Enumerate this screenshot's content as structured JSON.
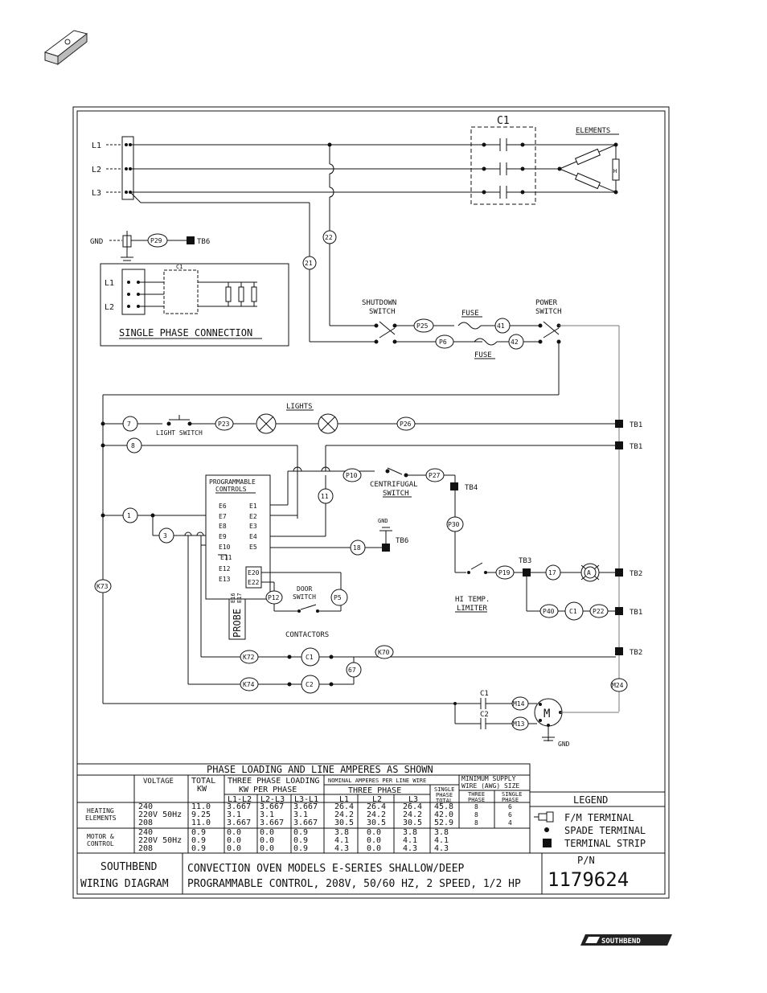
{
  "diagram": {
    "lines": [
      "L1",
      "L2",
      "L3"
    ],
    "contactor_main": "C1",
    "elements_label": "ELEMENTS",
    "heater": "H",
    "gnd": "GND",
    "wires": {
      "p29": "P29",
      "w22": "22",
      "w21": "21",
      "p25": "P25",
      "p6": "P6",
      "w41": "41",
      "w42": "42",
      "w7": "7",
      "p23": "P23",
      "p26": "P26",
      "w8": "8",
      "w1": "1",
      "w3": "3",
      "w11": "11",
      "p10": "P10",
      "p27": "P27",
      "p30": "P30",
      "p19": "P19",
      "w17": "17",
      "lamp_a": "A",
      "p40": "P40",
      "c1": "C1",
      "p22": "P22",
      "w18": "18",
      "p12": "P12",
      "p5": "P5",
      "k73": "K73",
      "k72": "K72",
      "k70": "K70",
      "k74": "K74",
      "c2": "C2",
      "w67": "67",
      "m24": "M24",
      "m14": "M14",
      "m13": "M13",
      "motor": "M"
    },
    "terminals": {
      "tb1": "TB1",
      "tb2": "TB2",
      "tb3": "TB3",
      "tb4": "TB4",
      "tb6": "TB6"
    },
    "labels": {
      "shutdown": [
        "SHUTDOWN",
        "SWITCH"
      ],
      "fuse": "FUSE",
      "power": [
        "POWER",
        "SWITCH"
      ],
      "lights": "LIGHTS",
      "light_switch": "LIGHT SWITCH",
      "prog": [
        "PROGRAMMABLE",
        "CONTROLS"
      ],
      "centrifugal": [
        "CENTRIFUGAL",
        "SWITCH"
      ],
      "door": [
        "DOOR",
        "SWITCH"
      ],
      "hitemp": [
        "HI TEMP.",
        "LIMITER"
      ],
      "contactors": "CONTACTORS",
      "probe": "PROBE",
      "single_phase": "SINGLE PHASE CONNECTION",
      "cap1": "C1",
      "cap2": "C2"
    },
    "prog_left": [
      "E6",
      "E7",
      "E8",
      "E9",
      "E10",
      "E11",
      "E12",
      "E13"
    ],
    "prog_right": [
      "E1",
      "E2",
      "E3",
      "E4",
      "E5"
    ],
    "prog_right2": [
      "E20",
      "E22"
    ],
    "prog_bottom": [
      "E16",
      "E17"
    ]
  },
  "table": {
    "title": "PHASE LOADING AND LINE AMPERES AS SHOWN",
    "headers": {
      "voltage": "VOLTAGE",
      "total_kw": [
        "TOTAL",
        "KW"
      ],
      "three_phase": [
        "THREE PHASE LOADING",
        "KW PER PHASE"
      ],
      "phase_cols": [
        "L1-L2",
        "L2-L3",
        "L3-L1"
      ],
      "nominal": "NOMINAL AMPERES PER LINE WIRE",
      "three_phase2": "THREE PHASE",
      "line_cols": [
        "L1",
        "L2",
        "L3"
      ],
      "single_total": [
        "SINGLE",
        "PHASE",
        "TOTAL"
      ],
      "min_supply": [
        "MINIMUM SUPPLY",
        "WIRE (AWG) SIZE"
      ],
      "wire_cols": [
        [
          "THREE",
          "PHASE"
        ],
        [
          "SINGLE",
          "PHASE"
        ]
      ]
    },
    "groups": [
      {
        "name": [
          "HEATING",
          "ELEMENTS"
        ],
        "rows": [
          [
            "240",
            "11.0",
            "3.667",
            "3.667",
            "3.667",
            "26.4",
            "26.4",
            "26.4",
            "45.8",
            "8",
            "6"
          ],
          [
            "220V 50Hz",
            "9.25",
            "3.1",
            "3.1",
            "3.1",
            "24.2",
            "24.2",
            "24.2",
            "42.0",
            "8",
            "6"
          ],
          [
            "208",
            "11.0",
            "3.667",
            "3.667",
            "3.667",
            "30.5",
            "30.5",
            "30.5",
            "52.9",
            "8",
            "4"
          ]
        ]
      },
      {
        "name": [
          "MOTOR &",
          "CONTROL"
        ],
        "rows": [
          [
            "240",
            "0.9",
            "0.0",
            "0.0",
            "0.9",
            "3.8",
            "0.0",
            "3.8",
            "3.8",
            "",
            ""
          ],
          [
            "220V 50Hz",
            "0.9",
            "0.0",
            "0.0",
            "0.9",
            "4.1",
            "0.0",
            "4.1",
            "4.1",
            "",
            ""
          ],
          [
            "208",
            "0.9",
            "0.0",
            "0.0",
            "0.9",
            "4.3",
            "0.0",
            "4.3",
            "4.3",
            "",
            ""
          ]
        ]
      }
    ],
    "legend": {
      "title": "LEGEND",
      "items": [
        "F/M TERMINAL",
        "SPADE TERMINAL",
        "TERMINAL STRIP"
      ]
    },
    "footer": {
      "brand": "SOUTHBEND",
      "doc": "WIRING DIAGRAM",
      "line1": "CONVECTION OVEN MODELS E-SERIES SHALLOW/DEEP",
      "line2": "PROGRAMMABLE CONTROL, 208V, 50/60 HZ, 2 SPEED, 1/2 HP",
      "pn_label": "P/N",
      "pn": "1179624"
    }
  },
  "logo": {
    "text": "SOUTHBEND"
  }
}
